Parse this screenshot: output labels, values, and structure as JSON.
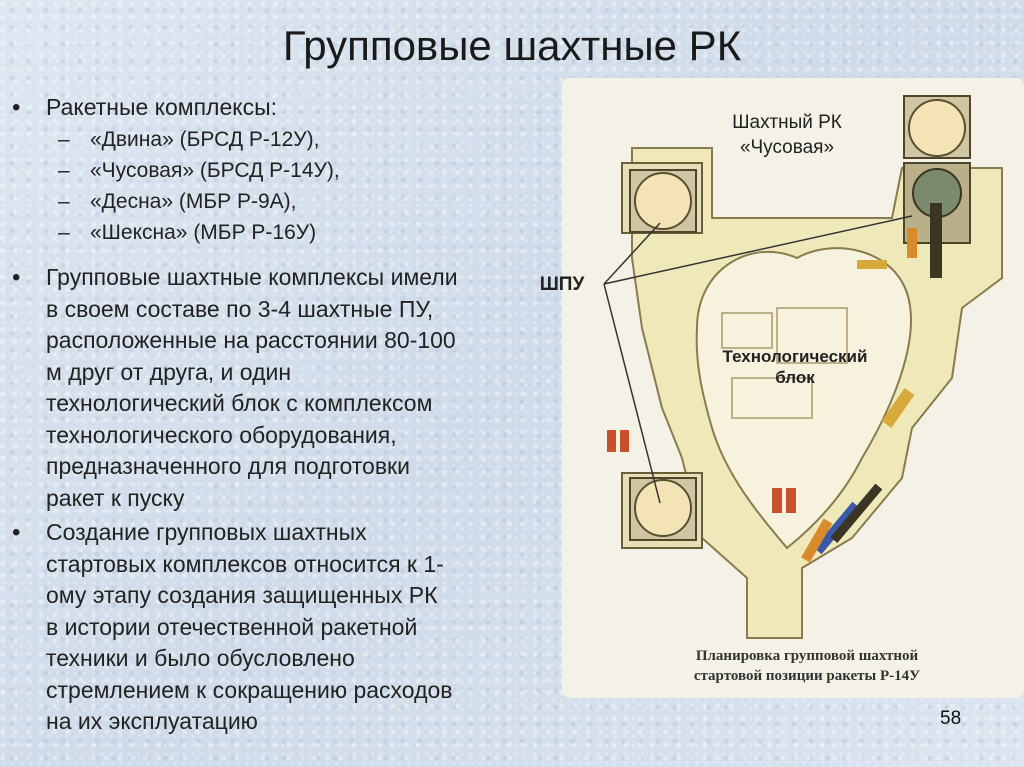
{
  "slide": {
    "title": "Групповые шахтные РК",
    "page_number": "58"
  },
  "bullets": {
    "b1": "Ракетные комплексы:",
    "sub1": [
      "«Двина» (БРСД Р-12У),",
      "«Чусовая» (БРСД Р-14У),",
      "«Десна» (МБР Р-9А),",
      "«Шексна» (МБР Р-16У)"
    ],
    "b2_lines": [
      "Групповые шахтные комплексы имели",
      "в своем составе по 3-4 шахтные ПУ,",
      "расположенные на расстоянии 80-100",
      "м друг от друга, и один",
      "технологический блок с комплексом",
      "технологического оборудования,",
      "предназначенного для подготовки",
      "ракет к пуску"
    ],
    "b3_lines": [
      "Создание групповых шахтных",
      "стартовых комплексов относится к 1-",
      "ому этапу создания защищенных РК",
      "в истории отечественной ракетной",
      "техники и было обусловлено",
      "стремлением к сокращению расходов",
      "на их эксплуатацию"
    ]
  },
  "diagram": {
    "label_rk_line1": "Шахтный РК",
    "label_rk_line2": "«Чусовая»",
    "label_shpu": "ШПУ",
    "label_tech_line1": "Технологический",
    "label_tech_line2": "блок",
    "caption_line1": "Планировка групповой шахтной",
    "caption_line2": "стартовой позиции ракеты Р-14У",
    "colors": {
      "paper": "#f4f1e6",
      "ground": "#efe8b8",
      "outline": "#8a7a50",
      "silo_outer": "#cfc7a4",
      "silo_inner": "#f3e3b5",
      "callout_line": "#333333",
      "equipment_red": "#c9502d",
      "equipment_blue": "#3a5aa8",
      "equipment_dark": "#3b3523"
    }
  }
}
